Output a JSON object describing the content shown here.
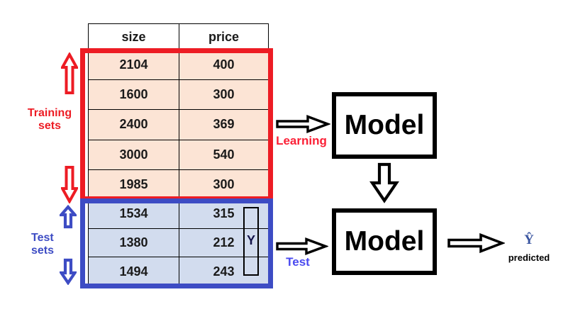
{
  "colors": {
    "red": "#ed1c24",
    "blue": "#3d4cc4",
    "learning_red": "#fb2036",
    "test_blue": "#4a4af0",
    "training_bg": "#fce4d5",
    "test_bg": "#d2dcee"
  },
  "table": {
    "headers": [
      "size",
      "price"
    ],
    "training_rows": [
      [
        "2104",
        "400"
      ],
      [
        "1600",
        "300"
      ],
      [
        "2400",
        "369"
      ],
      [
        "3000",
        "540"
      ],
      [
        "1985",
        "300"
      ]
    ],
    "test_rows": [
      [
        "1534",
        "315"
      ],
      [
        "1380",
        "212"
      ],
      [
        "1494",
        "243"
      ]
    ],
    "y_bracket_label": "Y"
  },
  "left_labels": {
    "training_line1": "Training",
    "training_line2": "sets",
    "test_line1": "Test",
    "test_line2": "sets"
  },
  "flow": {
    "learning_label": "Learning",
    "test_label": "Test",
    "model_top": "Model",
    "model_bottom": "Model",
    "y_hat_glyph": "Ŷ",
    "predicted_label": "predicted"
  }
}
